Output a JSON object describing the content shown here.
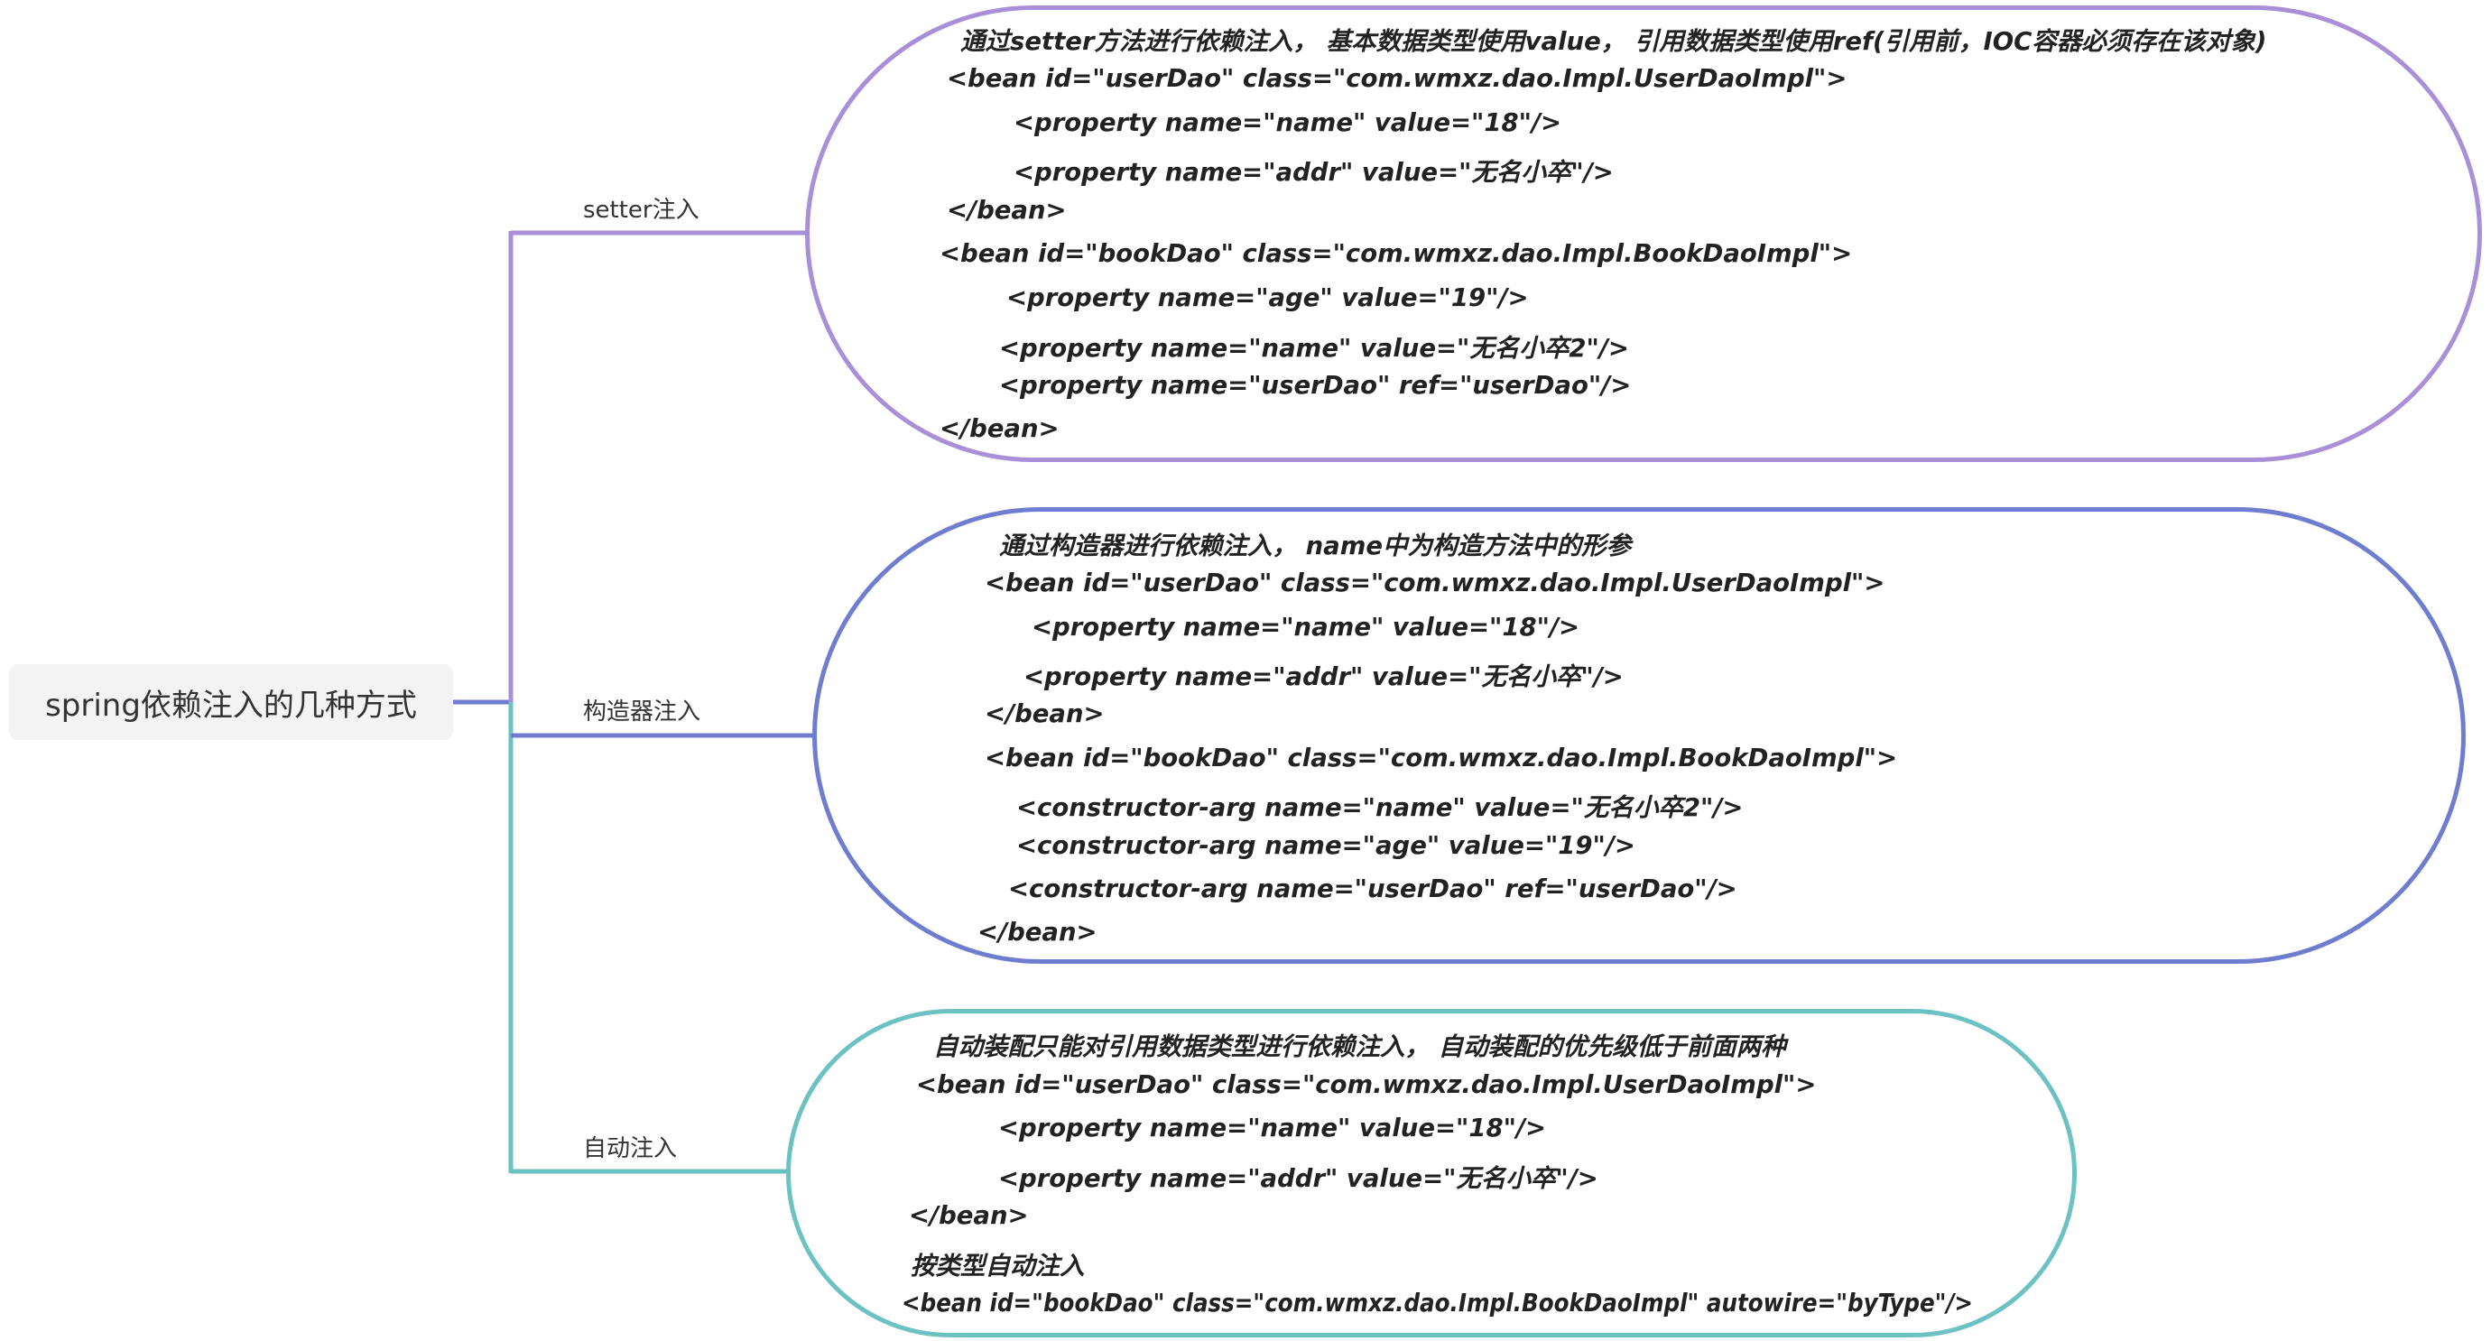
{
  "root": {
    "label": "spring依赖注入的几种方式"
  },
  "branches": [
    {
      "label": "setter注入",
      "color": "#a98ed8",
      "lines": [
        "通过setter方法进行依赖注入， 基本数据类型使用value， 引用数据类型使用ref(引用前，IOC容器必须存在该对象)",
        "<bean id=\"userDao\" class=\"com.wmxz.dao.Impl.UserDaoImpl\">",
        "<property name=\"name\" value=\"18\"/>",
        "<property name=\"addr\" value=\"无名小卒\"/>",
        "</bean>",
        "<bean id=\"bookDao\" class=\"com.wmxz.dao.Impl.BookDaoImpl\">",
        "<property name=\"age\" value=\"19\"/>",
        "<property name=\"name\" value=\"无名小卒2\"/>",
        "<property name=\"userDao\" ref=\"userDao\"/>",
        "</bean>"
      ]
    },
    {
      "label": "构造器注入",
      "color": "#6f7dd0",
      "lines": [
        "通过构造器进行依赖注入， name中为构造方法中的形参",
        "<bean id=\"userDao\" class=\"com.wmxz.dao.Impl.UserDaoImpl\">",
        "<property name=\"name\" value=\"18\"/>",
        "<property name=\"addr\" value=\"无名小卒\"/>",
        "</bean>",
        "<bean id=\"bookDao\" class=\"com.wmxz.dao.Impl.BookDaoImpl\">",
        "<constructor-arg name=\"name\" value=\"无名小卒2\"/>",
        "<constructor-arg name=\"age\" value=\"19\"/>",
        "<constructor-arg name=\"userDao\" ref=\"userDao\"/>",
        "</bean>"
      ]
    },
    {
      "label": "自动注入",
      "color": "#6cc2c2",
      "lines": [
        "自动装配只能对引用数据类型进行依赖注入， 自动装配的优先级低于前面两种",
        "<bean id=\"userDao\" class=\"com.wmxz.dao.Impl.UserDaoImpl\">",
        "<property name=\"name\" value=\"18\"/>",
        "<property name=\"addr\" value=\"无名小卒\"/>",
        "</bean>",
        "按类型自动注入",
        "<bean id=\"bookDao\" class=\"com.wmxz.dao.Impl.BookDaoImpl\" autowire=\"byType\"/>"
      ]
    }
  ]
}
